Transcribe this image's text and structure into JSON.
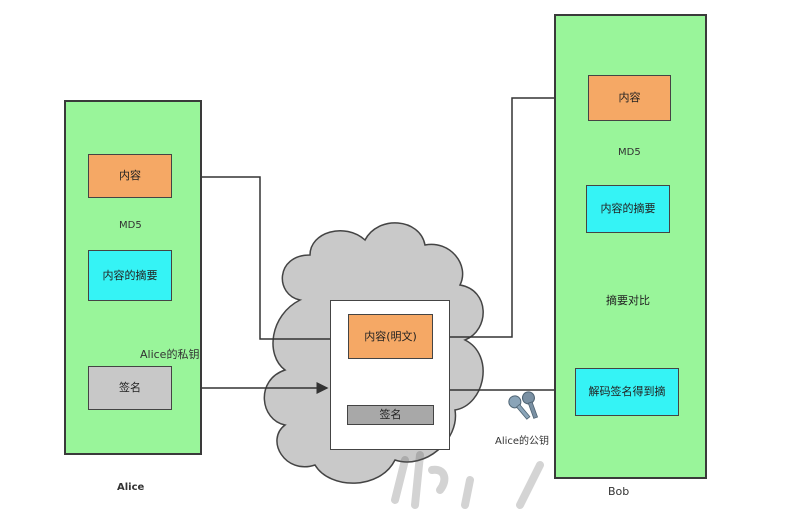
{
  "alice": {
    "content": "内容",
    "md5": "MD5",
    "digest": "内容的摘要",
    "private_key": "Alice的私钥",
    "signature": "签名",
    "name": "Alice"
  },
  "middle": {
    "content_plain": "内容(明文)",
    "signature": "签名",
    "public_key": "Alice的公钥"
  },
  "bob": {
    "content": "内容",
    "md5": "MD5",
    "digest": "内容的摘要",
    "compare": "摘要对比",
    "decrypt": "解码签名得到摘",
    "name": "Bob"
  },
  "colors": {
    "panel": "#99f59a",
    "orange": "#f5a865",
    "cyan": "#35f3f5",
    "gray": "#c8c8c8",
    "diamond": "#f47c82",
    "cloud": "#c9c9c9"
  },
  "icons": [
    "key-icon",
    "keys-icon"
  ]
}
